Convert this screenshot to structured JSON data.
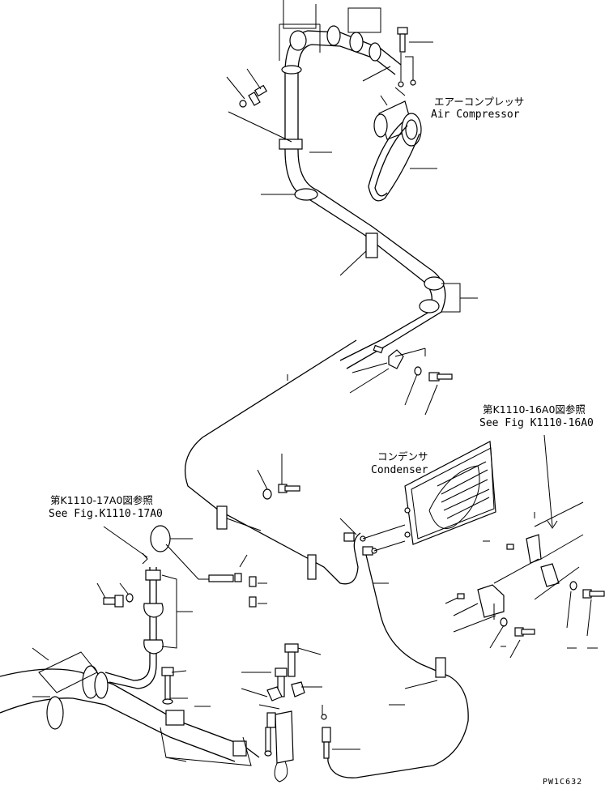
{
  "labels": {
    "air_compressor_jp": "エアーコンプレッサ",
    "air_compressor_en": "Air Compressor",
    "condenser_jp": "コンデンサ",
    "condenser_en": "Condenser",
    "ref_16a0_jp": "第K1110-16A0図参照",
    "ref_16a0_en": "See Fig K1110-16A0",
    "ref_17a0_jp": "第K1110-17A0図参照",
    "ref_17a0_en": "See Fig.K1110-17A0",
    "drawing_number": "PW1C632"
  }
}
